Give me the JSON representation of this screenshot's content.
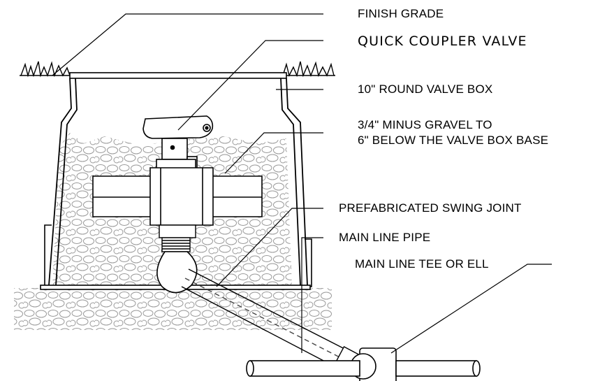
{
  "labels": {
    "finish_grade": "FINISH GRADE",
    "quick_coupler_valve": "QUICK COUPLER VALVE",
    "valve_box": "10\" ROUND VALVE BOX",
    "gravel_line1": "3/4\" MINUS GRAVEL TO",
    "gravel_line2": "6\" BELOW THE VALVE BOX BASE",
    "swing_joint": "PREFABRICATED SWING JOINT",
    "main_line_pipe": "MAIN LINE PIPE",
    "main_line_tee": "MAIN LINE TEE OR ELL"
  },
  "colors": {
    "ink": "#000000",
    "paper": "#ffffff"
  }
}
